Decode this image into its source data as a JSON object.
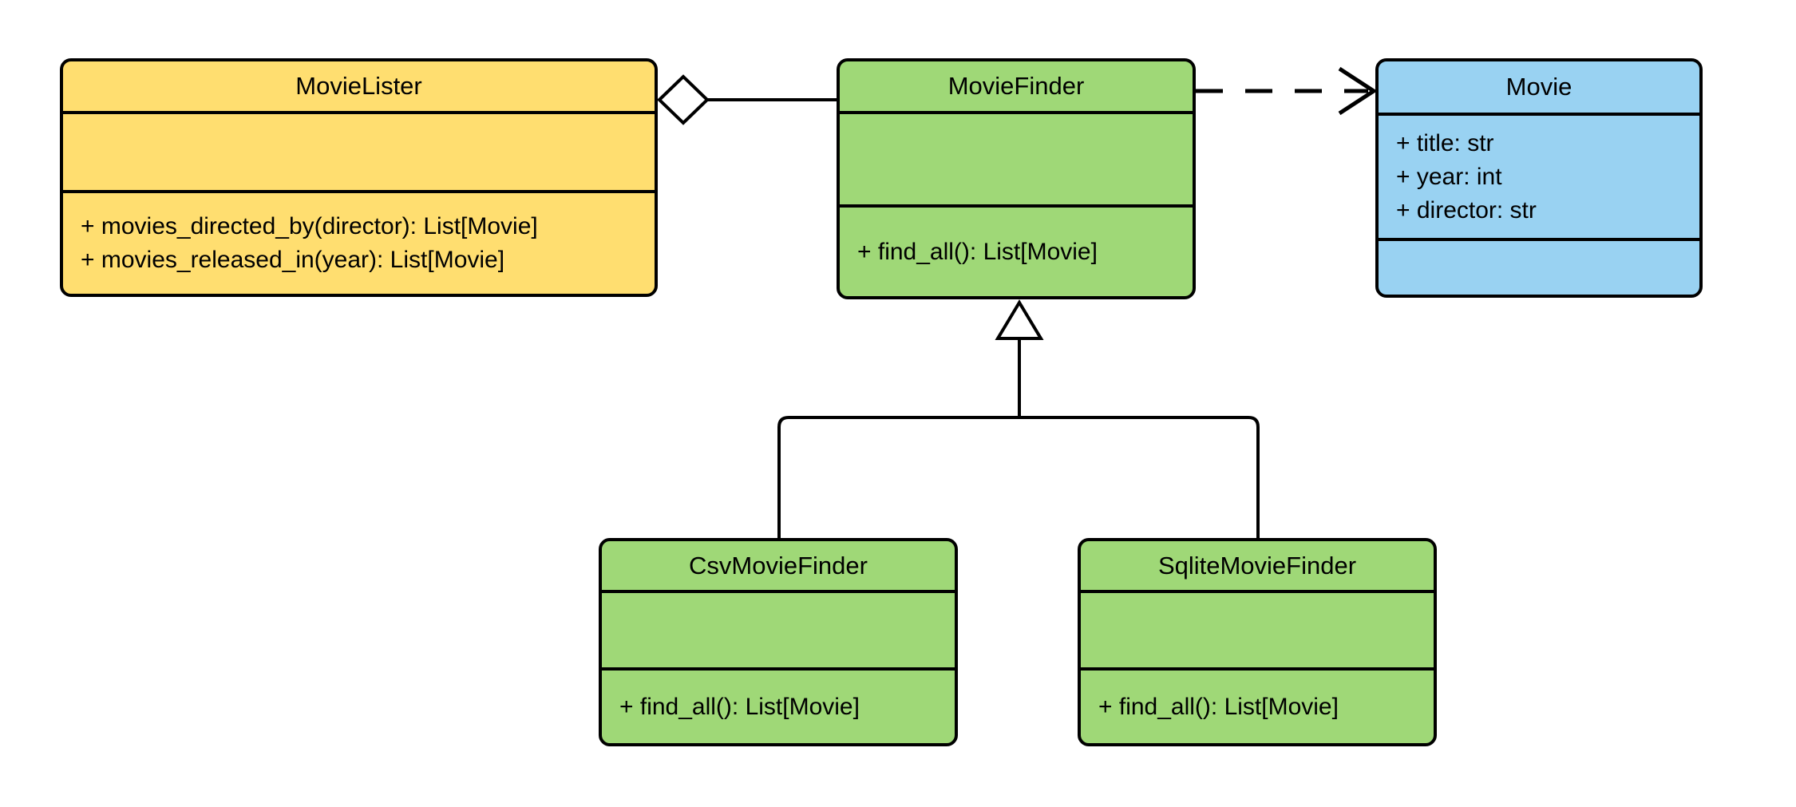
{
  "diagram": {
    "kind": "uml-class-diagram",
    "background": "#FFFFFF",
    "stroke_color": "#000000",
    "colors": {
      "movie_lister_fill": "#FFDE70",
      "finder_fill": "#9FD877",
      "movie_fill": "#99D2F2"
    },
    "classes": [
      {
        "name": "MovieLister",
        "fill": "#FFDE70",
        "attributes": [],
        "methods": [
          "+ movies_directed_by(director): List[Movie]",
          "+ movies_released_in(year): List[Movie]"
        ]
      },
      {
        "name": "MovieFinder",
        "fill": "#9FD877",
        "attributes": [],
        "methods": [
          "+ find_all(): List[Movie]"
        ]
      },
      {
        "name": "Movie",
        "fill": "#99D2F2",
        "attributes": [
          "+ title: str",
          "+ year: int",
          "+ director: str"
        ],
        "methods": []
      },
      {
        "name": "CsvMovieFinder",
        "fill": "#9FD877",
        "attributes": [],
        "methods": [
          "+ find_all(): List[Movie]"
        ]
      },
      {
        "name": "SqliteMovieFinder",
        "fill": "#9FD877",
        "attributes": [],
        "methods": [
          "+ find_all(): List[Movie]"
        ]
      }
    ],
    "relationships": [
      {
        "type": "aggregation",
        "whole": "MovieLister",
        "part": "MovieFinder",
        "line": "solid",
        "marker": "hollow-diamond-at-whole"
      },
      {
        "type": "dependency",
        "from": "MovieFinder",
        "to": "Movie",
        "line": "dashed",
        "marker": "open-arrow-at-target"
      },
      {
        "type": "generalization",
        "child": "CsvMovieFinder",
        "parent": "MovieFinder",
        "line": "solid",
        "marker": "hollow-triangle-at-parent"
      },
      {
        "type": "generalization",
        "child": "SqliteMovieFinder",
        "parent": "MovieFinder",
        "line": "solid",
        "marker": "hollow-triangle-at-parent"
      }
    ]
  }
}
